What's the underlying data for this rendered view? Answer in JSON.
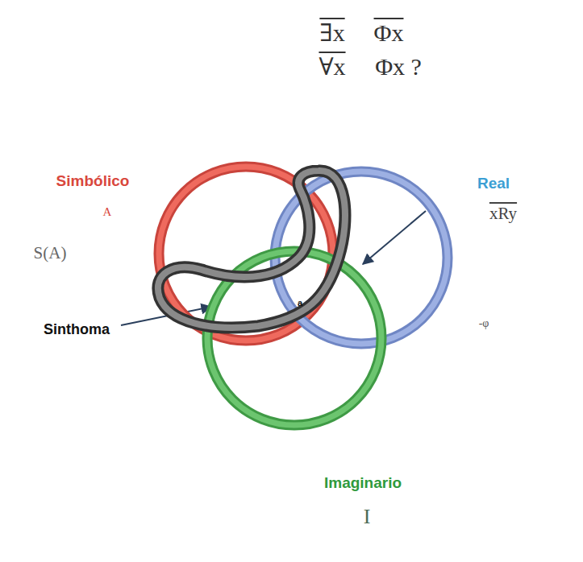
{
  "diagram": {
    "nodes": [
      {
        "text": [
          "Simbólico",
          "A"
        ]
      },
      {
        "text": [
          "Real",
          "xRy"
        ]
      },
      {
        "text": [
          "Imaginario",
          "I"
        ]
      },
      {
        "text": [
          "Sinthoma"
        ]
      }
    ],
    "labels": [
      "∃x",
      "Φx",
      "∀x",
      "Φx ?",
      "S(A)",
      "-φ",
      "a"
    ]
  }
}
